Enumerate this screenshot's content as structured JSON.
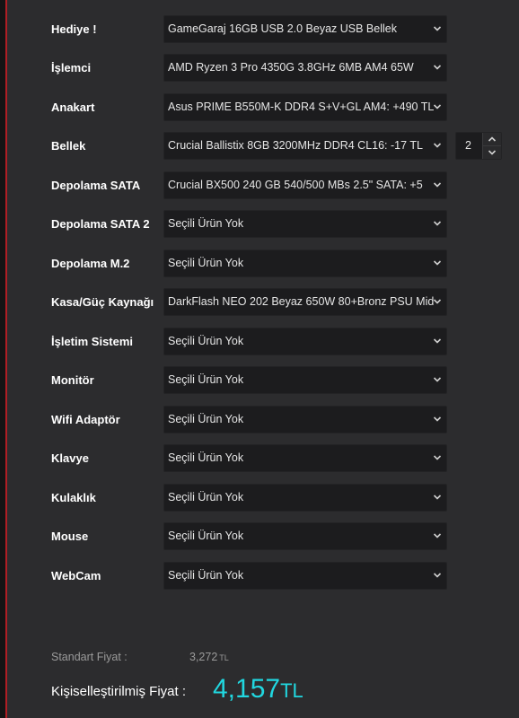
{
  "config": {
    "rows": [
      {
        "label": "Hediye !",
        "value": "GameGaraj 16GB USB 2.0 Beyaz USB Bellek"
      },
      {
        "label": "İşlemci",
        "value": "AMD Ryzen 3 Pro 4350G 3.8GHz 6MB AM4 65W"
      },
      {
        "label": "Anakart",
        "value": "Asus PRIME B550M-K DDR4 S+V+GL AM4:  +490 TL"
      },
      {
        "label": "Bellek",
        "value": "Crucial Ballistix 8GB 3200MHz DDR4 CL16:  -17 TL"
      },
      {
        "label": "Depolama SATA",
        "value": "Crucial BX500 240 GB 540/500 MBs 2.5\" SATA:  +5"
      },
      {
        "label": "Depolama SATA 2",
        "value": "Seçili Ürün Yok"
      },
      {
        "label": "Depolama M.2",
        "value": "Seçili Ürün Yok"
      },
      {
        "label": "Kasa/Güç Kaynağı",
        "value": "DarkFlash NEO 202 Beyaz 650W 80+Bronz PSU Mid"
      },
      {
        "label": "İşletim Sistemi",
        "value": "Seçili Ürün Yok"
      },
      {
        "label": "Monitör",
        "value": "Seçili Ürün Yok"
      },
      {
        "label": "Wifi Adaptör",
        "value": "Seçili Ürün Yok"
      },
      {
        "label": "Klavye",
        "value": "Seçili Ürün Yok"
      },
      {
        "label": "Kulaklık",
        "value": "Seçili Ürün Yok"
      },
      {
        "label": "Mouse",
        "value": "Seçili Ürün Yok"
      },
      {
        "label": "WebCam",
        "value": "Seçili Ürün Yok"
      }
    ],
    "memory_quantity": "2"
  },
  "summary": {
    "standard_label": "Standart Fiyat :",
    "standard_value": "3,272",
    "standard_unit": "TL",
    "custom_label": "Kişiselleştirilmiş Fiyat :",
    "custom_value": "4,157",
    "custom_unit": "TL"
  },
  "icons": {
    "select_arrow": "chevron-down-icon",
    "stepper_up": "chevron-up-icon",
    "stepper_down": "chevron-down-icon"
  },
  "colors": {
    "background": "#2c2c2e",
    "field_background": "#1c1c1e",
    "accent_price": "#21d7e0",
    "left_border": "#b01e24"
  }
}
